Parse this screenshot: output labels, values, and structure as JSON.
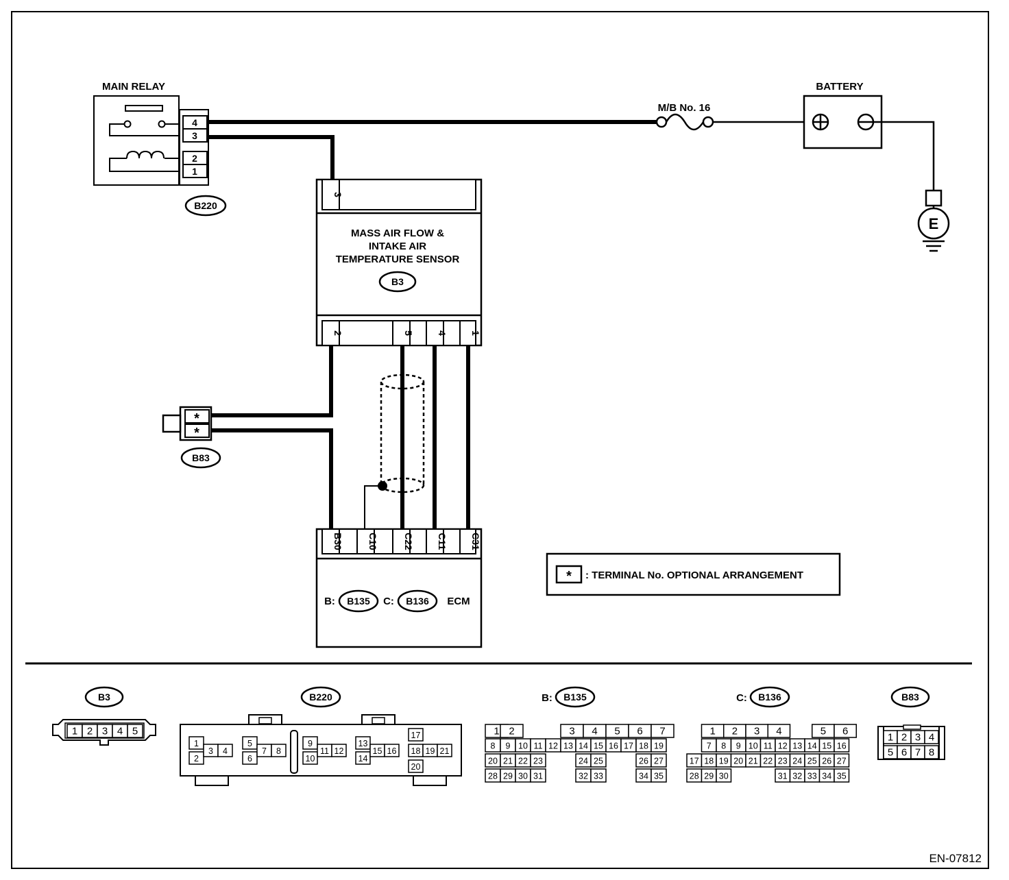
{
  "components": {
    "main_relay": {
      "label": "MAIN RELAY",
      "connector": "B220",
      "pins": [
        "4",
        "3",
        "2",
        "1"
      ]
    },
    "battery": {
      "label": "BATTERY"
    },
    "fuse": {
      "label": "M/B No. 16"
    },
    "ground": {
      "label": "E"
    },
    "maf_sensor": {
      "line1": "MASS AIR FLOW &",
      "line2": "INTAKE AIR",
      "line3": "TEMPERATURE SENSOR",
      "connector": "B3",
      "top_pin": "3",
      "bottom_pins": [
        "2",
        "5",
        "4",
        "1"
      ]
    },
    "b83": {
      "connector": "B83",
      "pins": [
        "*",
        "*"
      ]
    },
    "ecm": {
      "prefix_b": "B:",
      "connector_b": "B135",
      "prefix_c": "C:",
      "connector_c": "B136",
      "label": "ECM",
      "pins": [
        "B30",
        "C10",
        "C22",
        "C11",
        "C31"
      ]
    }
  },
  "legend": {
    "symbol": "*",
    "text": ": TERMINAL No. OPTIONAL ARRANGEMENT"
  },
  "connector_views": {
    "b3": {
      "name": "B3",
      "pins": [
        "1",
        "2",
        "3",
        "4",
        "5"
      ]
    },
    "b220": {
      "name": "B220",
      "pins": [
        "1",
        "2",
        "3",
        "4",
        "5",
        "6",
        "7",
        "8",
        "9",
        "10",
        "11",
        "12",
        "13",
        "14",
        "15",
        "16",
        "17",
        "18",
        "19",
        "20",
        "21"
      ]
    },
    "b135": {
      "prefix": "B:",
      "name": "B135",
      "rows": [
        [
          "1",
          "2",
          "",
          "",
          "3",
          "4",
          "5",
          "6",
          "7"
        ],
        [
          "8",
          "9",
          "10",
          "11",
          "12",
          "13",
          "14",
          "15",
          "16",
          "17",
          "18",
          "19"
        ],
        [
          "20",
          "21",
          "22",
          "23",
          "24",
          "25",
          "26",
          "27"
        ],
        [
          "28",
          "29",
          "30",
          "31",
          "32",
          "33",
          "34",
          "35"
        ]
      ]
    },
    "b136": {
      "prefix": "C:",
      "name": "B136",
      "rows": [
        [
          "1",
          "2",
          "3",
          "4",
          "5",
          "6"
        ],
        [
          "7",
          "8",
          "9",
          "10",
          "11",
          "12",
          "13",
          "14",
          "15",
          "16"
        ],
        [
          "17",
          "18",
          "19",
          "20",
          "21",
          "22",
          "23",
          "24",
          "25",
          "26",
          "27"
        ],
        [
          "28",
          "29",
          "30",
          "31",
          "32",
          "33",
          "34",
          "35"
        ]
      ]
    },
    "b83": {
      "name": "B83",
      "pins": [
        "1",
        "2",
        "3",
        "4",
        "5",
        "6",
        "7",
        "8"
      ]
    }
  },
  "figure_id": "EN-07812"
}
